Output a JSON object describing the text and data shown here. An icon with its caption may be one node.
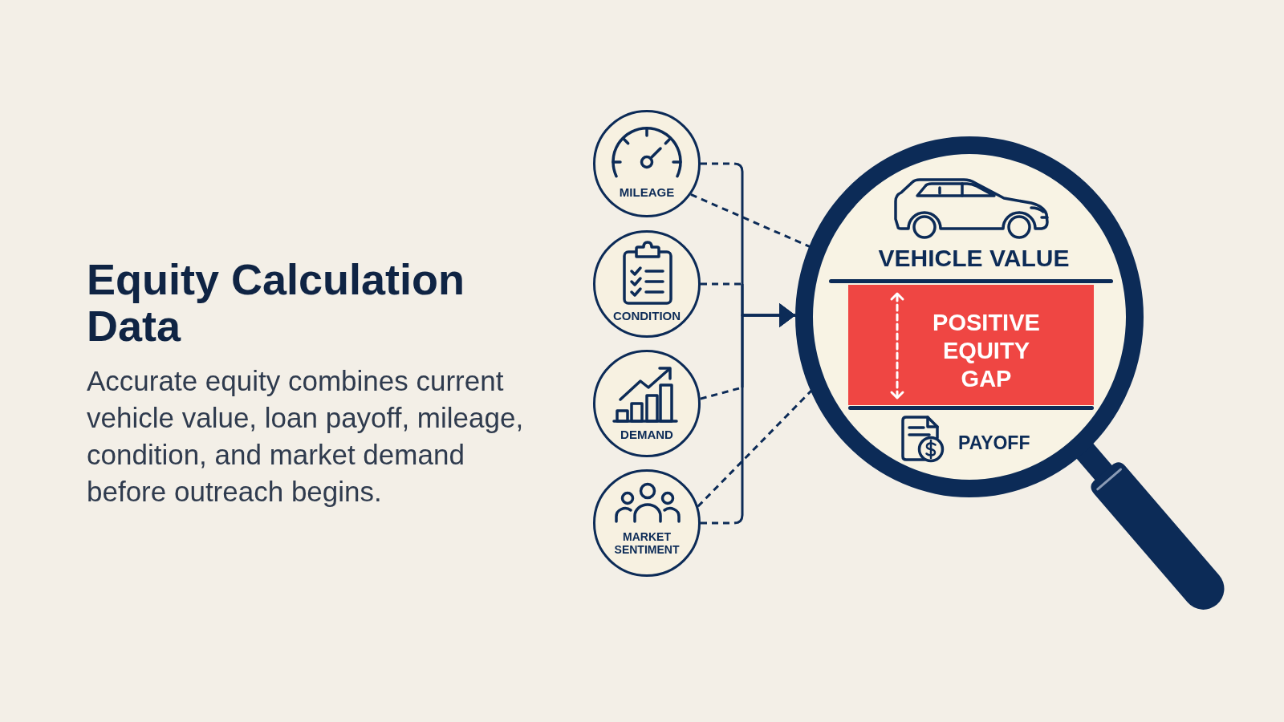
{
  "diagram": {
    "title": "Equity Calculation Data",
    "nodes": [
      {
        "text": [
          "MILEAGE"
        ]
      },
      {
        "text": [
          "CONDITION"
        ]
      },
      {
        "text": [
          "DEMAND"
        ]
      },
      {
        "text": [
          "MARKET SENTIMENT"
        ]
      },
      {
        "text": [],
        "shape": "circle"
      },
      {
        "text": [
          "VEHICLE VALUE"
        ],
        "in": 4
      },
      {
        "text": [
          "POSITIVE EQUITY GAP"
        ],
        "in": 4
      },
      {
        "text": [
          "PAYOFF"
        ],
        "in": 4
      }
    ],
    "edges": [
      {
        "from": 0,
        "to": 4,
        "arrow": "to",
        "style": "dashed"
      },
      {
        "from": 1,
        "to": 4,
        "arrow": "to",
        "style": "dashed"
      },
      {
        "from": 2,
        "to": 4,
        "arrow": "to",
        "style": "dashed"
      },
      {
        "from": 3,
        "to": 4,
        "arrow": "to",
        "style": "dashed"
      },
      {
        "from": 0,
        "to": 4,
        "arrow": "none",
        "style": "dashed"
      },
      {
        "from": 3,
        "to": 4,
        "arrow": "none",
        "style": "dashed"
      }
    ],
    "labels": [
      "Accurate equity combines current vehicle value, loan payoff, mileage, condition, and market demand before outreach begins."
    ]
  }
}
